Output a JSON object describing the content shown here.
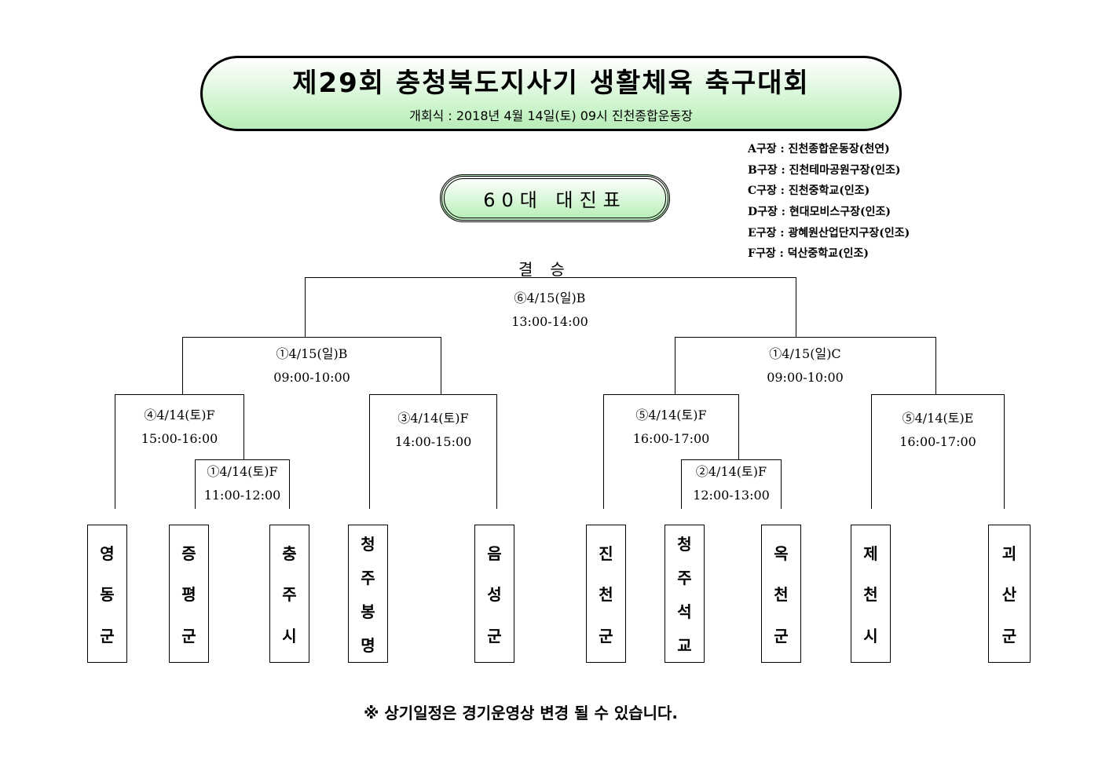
{
  "header": {
    "title": "제29회 충청북도지사기 생활체육 축구대회",
    "subtitle": "개회식 : 2018년 4월 14일(토) 09시 진천종합운동장"
  },
  "bracket_title": "60대 대진표",
  "venues": [
    "A구장 : 진천종합운동장(천연)",
    "B구장 : 진천테마공원구장(인조)",
    "C구장 : 진천중학교(인조)",
    "D구장 : 현대모비스구장(인조)",
    "E구장 : 광혜원산업단지구장(인조)",
    "F구장 : 덕산중학교(인조)"
  ],
  "final_label": "결승",
  "matches": {
    "final": {
      "label": "⑥4/15(일)B",
      "time": "13:00-14:00"
    },
    "semi_left": {
      "label": "①4/15(일)B",
      "time": "09:00-10:00"
    },
    "semi_right": {
      "label": "①4/15(일)C",
      "time": "09:00-10:00"
    },
    "qf1": {
      "label": "④4/14(토)F",
      "time": "15:00-16:00"
    },
    "r1_left": {
      "label": "①4/14(토)F",
      "time": "11:00-12:00"
    },
    "qf2": {
      "label": "③4/14(토)F",
      "time": "14:00-15:00"
    },
    "qf3": {
      "label": "⑤4/14(토)F",
      "time": "16:00-17:00"
    },
    "r1_right": {
      "label": "②4/14(토)F",
      "time": "12:00-13:00"
    },
    "qf4": {
      "label": "⑤4/14(토)E",
      "time": "16:00-17:00"
    }
  },
  "teams": [
    [
      "영",
      "동",
      "군"
    ],
    [
      "증",
      "평",
      "군"
    ],
    [
      "충",
      "주",
      "시"
    ],
    [
      "청",
      "주",
      "봉",
      "명"
    ],
    [
      "음",
      "성",
      "군"
    ],
    [
      "진",
      "천",
      "군"
    ],
    [
      "청",
      "주",
      "석",
      "교"
    ],
    [
      "옥",
      "천",
      "군"
    ],
    [
      "제",
      "천",
      "시"
    ],
    [
      "괴",
      "산",
      "군"
    ]
  ],
  "note": "※ 상기일정은 경기운영상 변경 될 수 있습니다.",
  "colors": {
    "box_fill": "#c8f3c8",
    "line": "#000000"
  }
}
